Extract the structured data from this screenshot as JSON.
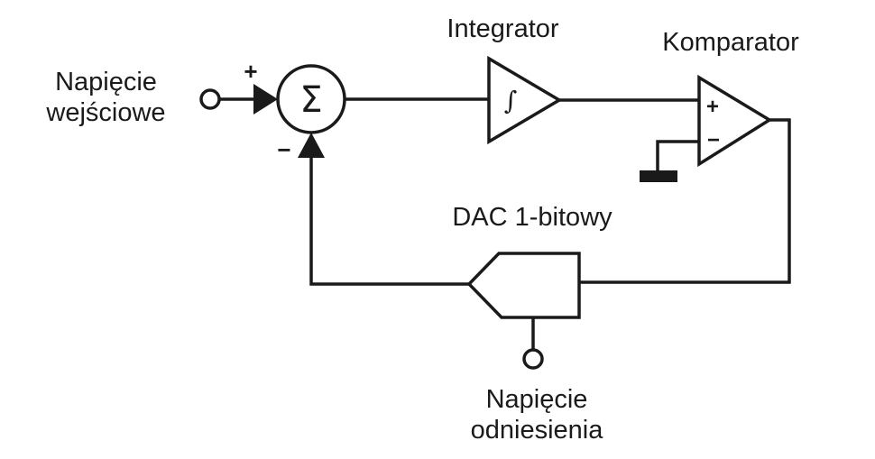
{
  "labels": {
    "input": [
      "Napięcie",
      "wejściowe"
    ],
    "integrator": "Integrator",
    "comparator": "Komparator",
    "dac": "DAC 1-bitowy",
    "reference": [
      "Napięcie",
      "odniesienia"
    ]
  },
  "symbols": {
    "sum": "Σ",
    "integral": "∫",
    "plus": "+",
    "minus": "−",
    "comp_plus": "+",
    "comp_minus": "−"
  },
  "colors": {
    "stroke": "#1a1a1a",
    "background": "#ffffff"
  }
}
